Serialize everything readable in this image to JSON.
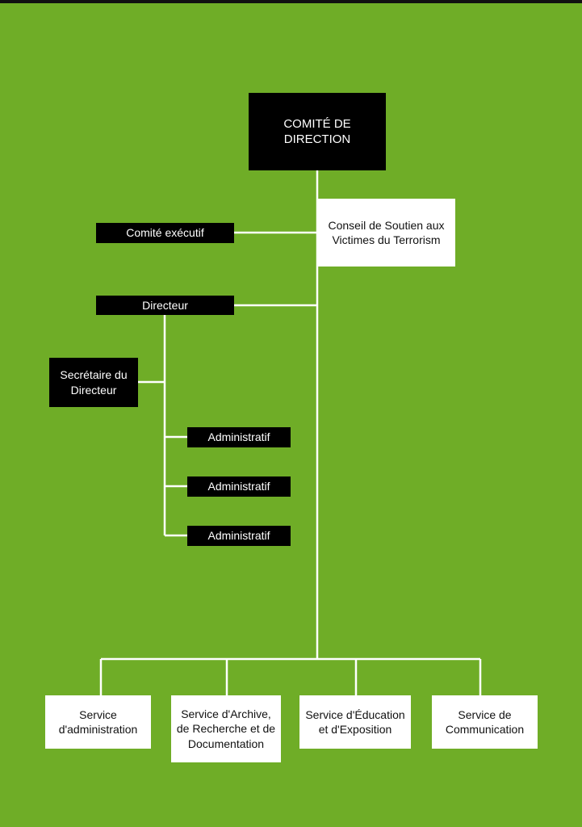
{
  "colors": {
    "background": "#6fad27",
    "dark_box": "#000000",
    "light_box": "#ffffff",
    "connector": "#ffffff"
  },
  "nodes": {
    "comite_direction": "COMITÉ DE DIRECTION",
    "conseil_soutien": "Conseil de Soutien aux Victimes du Terrorism",
    "comite_executif": "Comité exécutif",
    "directeur": "Directeur",
    "secretaire": "Secrétaire du Directeur",
    "administratif_1": "Administratif",
    "administratif_2": "Administratif",
    "administratif_3": "Administratif",
    "service_administration": "Service d'administration",
    "service_archive": "Service d'Archive, de Recherche et de Documentation",
    "service_education": "Service d'Éducation et d'Exposition",
    "service_communication": "Service de Communication"
  }
}
